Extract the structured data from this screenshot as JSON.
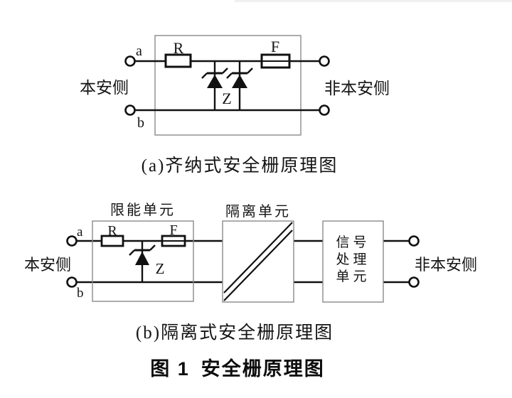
{
  "diagram_a": {
    "caption": "(a)齐纳式安全栅原理图",
    "left_label": "本安侧",
    "right_label": "非本安侧",
    "terminal_a": "a",
    "terminal_b": "b",
    "resistor": "R",
    "fuse": "F",
    "zener": "Z"
  },
  "diagram_b": {
    "caption": "(b)隔离式安全栅原理图",
    "left_label": "本安侧",
    "right_label": "非本安侧",
    "terminal_a": "a",
    "terminal_b": "b",
    "resistor": "R",
    "fuse": "F",
    "zener": "Z",
    "units": {
      "limit": "限能单元",
      "isolate": "隔离单元",
      "signal_lines": [
        "信号",
        "处理",
        "单元"
      ]
    }
  },
  "figure_caption": {
    "prefix": "图 1",
    "title": "安全栅原理图"
  },
  "colors": {
    "line": "#111111",
    "box_border": "#8a8a8a",
    "background": "#ffffff",
    "top_strip": "#f0f0f0"
  }
}
